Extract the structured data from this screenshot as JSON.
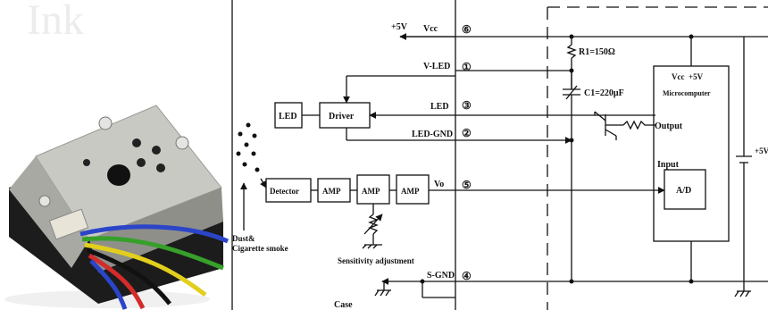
{
  "photo": {
    "watermark_partial": "Ink"
  },
  "schematic": {
    "supply": {
      "plus5v": "+5V",
      "vcc": "Vcc"
    },
    "pins": {
      "p6": "⑥",
      "p1": "①",
      "p3": "③",
      "p2": "②",
      "p5": "⑤",
      "p4": "④"
    },
    "signals": {
      "vled": "V-LED",
      "led": "LED",
      "ledgnd": "LED-GND",
      "vo": "Vo",
      "sgnd": "S-GND"
    },
    "blocks": {
      "led": "LED",
      "driver": "Driver",
      "detector": "Detector",
      "amp1": "AMP",
      "amp2": "AMP",
      "amp3": "AMP"
    },
    "components": {
      "r1": "R1=150Ω",
      "c1": "C1=220μF"
    },
    "micro": {
      "vcc5": "Vcc  +5V",
      "title": "Microcomputer",
      "output": "Output",
      "input": "Input",
      "ad": "A/D",
      "right_supply": "+5V"
    },
    "notes": {
      "dust1": "Dust&",
      "dust2": "Cigarette smoke",
      "sensitivity": "Sensitivity adjustment",
      "case": "Case"
    }
  }
}
